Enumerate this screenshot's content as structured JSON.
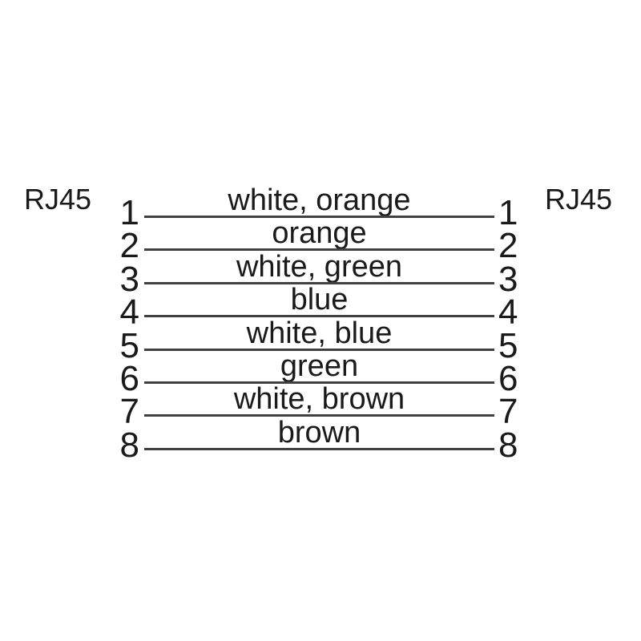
{
  "diagram": {
    "type": "cable-pinout",
    "left_connector_label": "RJ45",
    "right_connector_label": "RJ45",
    "colors": {
      "background": "#ffffff",
      "text": "#1a1a1a",
      "line": "#414141"
    },
    "rows": [
      {
        "left_pin": "1",
        "wire_color": "white, orange",
        "right_pin": "1"
      },
      {
        "left_pin": "2",
        "wire_color": "orange",
        "right_pin": "2"
      },
      {
        "left_pin": "3",
        "wire_color": "white, green",
        "right_pin": "3"
      },
      {
        "left_pin": "4",
        "wire_color": "blue",
        "right_pin": "4"
      },
      {
        "left_pin": "5",
        "wire_color": "white, blue",
        "right_pin": "5"
      },
      {
        "left_pin": "6",
        "wire_color": "green",
        "right_pin": "6"
      },
      {
        "left_pin": "7",
        "wire_color": "white, brown",
        "right_pin": "7"
      },
      {
        "left_pin": "8",
        "wire_color": "brown",
        "right_pin": "8"
      }
    ]
  }
}
